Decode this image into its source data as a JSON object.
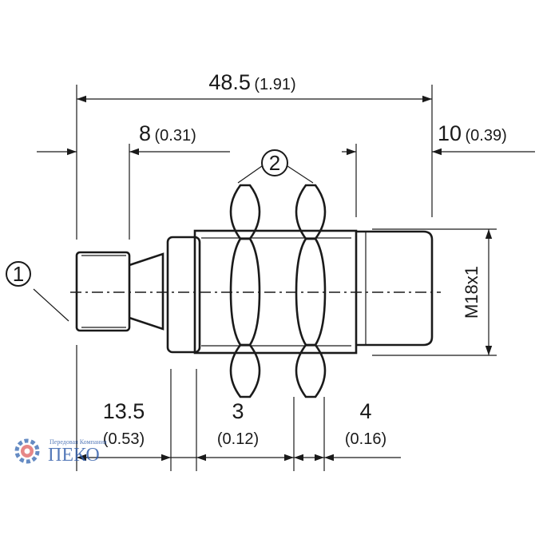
{
  "dimensions": {
    "overall_length": {
      "value": "48.5",
      "inch": "(1.91)"
    },
    "connector_length": {
      "value": "8",
      "inch": "(0.31)"
    },
    "sensing_face_length": {
      "value": "10",
      "inch": "(0.39)"
    },
    "thread": {
      "label": "M18x1"
    },
    "rear_length": {
      "value": "13.5",
      "inch": "(0.53)"
    },
    "nut_thickness": {
      "value": "3",
      "inch": "(0.12)"
    },
    "nut_gap": {
      "value": "4",
      "inch": "(0.16)"
    }
  },
  "callouts": {
    "connector": "1",
    "nuts": "2"
  },
  "watermark": {
    "brand": "ПЕКО",
    "tagline": "Передовая Компания"
  },
  "colors": {
    "line": "#1a1a1a",
    "watermark_gear": "#3f6fb5",
    "watermark_text": "#2d5aa8"
  }
}
